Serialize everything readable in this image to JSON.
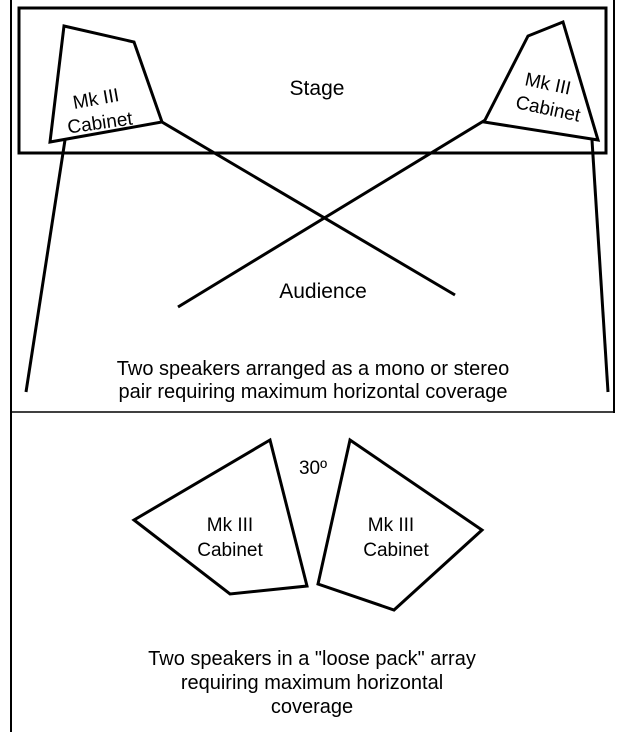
{
  "diagram1": {
    "stage_label": "Stage",
    "audience_label": "Audience",
    "left_cabinet": {
      "line1": "Mk III",
      "line2": "Cabinet"
    },
    "right_cabinet": {
      "line1": "Mk III",
      "line2": "Cabinet"
    },
    "caption_line1": "Two speakers arranged as a mono or stereo",
    "caption_line2": "pair requiring maximum horizontal coverage"
  },
  "diagram2": {
    "angle_label": "30º",
    "left_cabinet": {
      "line1": "Mk III",
      "line2": "Cabinet"
    },
    "right_cabinet": {
      "line1": "Mk III",
      "line2": "Cabinet"
    },
    "caption_line1": "Two speakers in a \"loose pack\" array",
    "caption_line2": "requiring maximum horizontal",
    "caption_line3": "coverage"
  }
}
